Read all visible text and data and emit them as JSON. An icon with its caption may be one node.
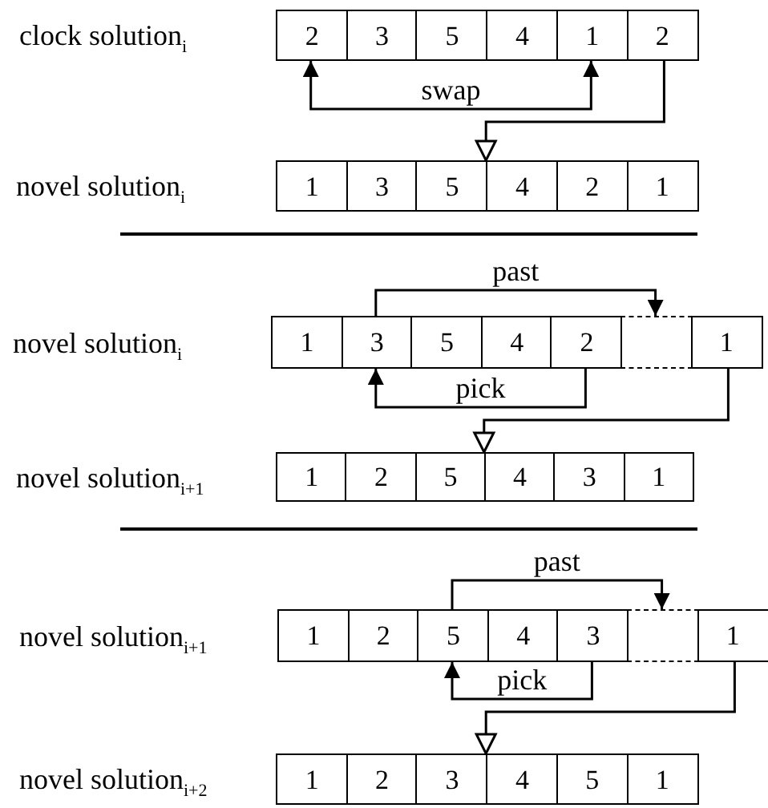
{
  "diagram": {
    "nodes": [
      {
        "text": [],
        "shape": "box",
        "beside": [
          "clock solution$_{i}$"
        ]
      },
      {
        "text": [
          "2"
        ],
        "in": 0
      },
      {
        "text": [
          "3"
        ],
        "in": 0
      },
      {
        "text": [
          "5"
        ],
        "in": 0
      },
      {
        "text": [
          "4"
        ],
        "in": 0
      },
      {
        "text": [
          "1"
        ],
        "in": 0
      },
      {
        "text": [
          "2"
        ],
        "in": 0
      },
      {
        "text": [],
        "shape": "box",
        "beside": [
          "novel solution$_{i}$"
        ]
      },
      {
        "text": [
          "1"
        ],
        "in": 7
      },
      {
        "text": [
          "3"
        ],
        "in": 7
      },
      {
        "text": [
          "5"
        ],
        "in": 7
      },
      {
        "text": [
          "4"
        ],
        "in": 7
      },
      {
        "text": [
          "2"
        ],
        "in": 7
      },
      {
        "text": [
          "1"
        ],
        "in": 7
      },
      {
        "text": [],
        "shape": "box",
        "beside": [
          "novel solution$_{i}$"
        ]
      },
      {
        "text": [
          "1"
        ],
        "in": 14
      },
      {
        "text": [
          "3"
        ],
        "in": 14
      },
      {
        "text": [
          "5"
        ],
        "in": 14
      },
      {
        "text": [
          "4"
        ],
        "in": 14
      },
      {
        "text": [
          "2"
        ],
        "in": 14
      },
      {
        "text": [],
        "shape": "box",
        "in": 14
      },
      {
        "text": [
          "1"
        ],
        "in": 14
      },
      {
        "text": [],
        "shape": "box",
        "beside": [
          "novel solution$_{i+1}$"
        ]
      },
      {
        "text": [
          "1"
        ],
        "in": 22
      },
      {
        "text": [
          "2"
        ],
        "in": 22
      },
      {
        "text": [
          "5"
        ],
        "in": 22
      },
      {
        "text": [
          "4"
        ],
        "in": 22
      },
      {
        "text": [
          "3"
        ],
        "in": 22
      },
      {
        "text": [
          "1"
        ],
        "in": 22
      },
      {
        "text": [],
        "shape": "box",
        "beside": [
          "novel solution$_{i+1}$"
        ]
      },
      {
        "text": [
          "1"
        ],
        "in": 29
      },
      {
        "text": [
          "2"
        ],
        "in": 29
      },
      {
        "text": [
          "5"
        ],
        "in": 29
      },
      {
        "text": [
          "4"
        ],
        "in": 29
      },
      {
        "text": [
          "3"
        ],
        "in": 29
      },
      {
        "text": [],
        "shape": "box",
        "in": 29
      },
      {
        "text": [
          "1"
        ],
        "in": 29
      },
      {
        "text": [],
        "shape": "box",
        "beside": [
          "novel solution$_{i+2}$"
        ]
      },
      {
        "text": [
          "1"
        ],
        "in": 37
      },
      {
        "text": [
          "2"
        ],
        "in": 37
      },
      {
        "text": [
          "3"
        ],
        "in": 37
      },
      {
        "text": [
          "4"
        ],
        "in": 37
      },
      {
        "text": [
          "5"
        ],
        "in": 37
      },
      {
        "text": [
          "1"
        ],
        "in": 37
      }
    ],
    "edges": [
      {
        "from": 1,
        "to": 5,
        "arrow": "both",
        "label": "swap"
      },
      {
        "from": 0,
        "to": 7,
        "arrow": "to"
      },
      {
        "from": 16,
        "to": 20,
        "arrow": "to",
        "label": "past"
      },
      {
        "from": 19,
        "to": 16,
        "arrow": "to",
        "label": "pick"
      },
      {
        "from": 14,
        "to": 22,
        "arrow": "to"
      },
      {
        "from": 32,
        "to": 35,
        "arrow": "to",
        "label": "past"
      },
      {
        "from": 34,
        "to": 32,
        "arrow": "to",
        "label": "pick"
      },
      {
        "from": 29,
        "to": 37,
        "arrow": "to"
      }
    ]
  }
}
